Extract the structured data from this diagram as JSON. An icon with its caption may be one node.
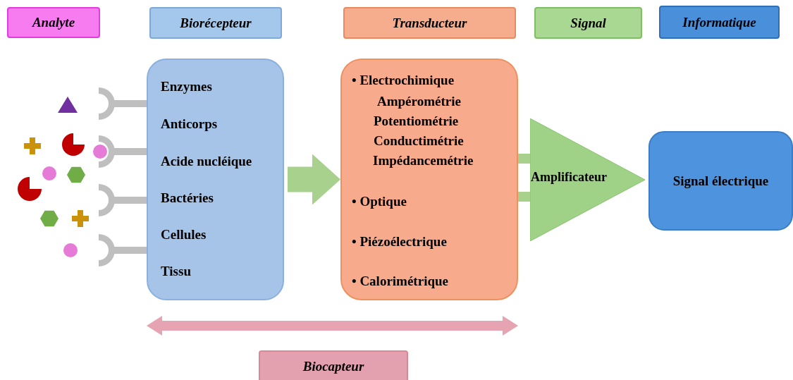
{
  "diagram": {
    "nodes": [
      {
        "text": [
          "Analyte"
        ]
      },
      {
        "text": [
          "Biorécepteur"
        ]
      },
      {
        "text": [
          "Transducteur"
        ]
      },
      {
        "text": [
          "Signal"
        ]
      },
      {
        "text": [
          "Informatique"
        ]
      },
      {
        "text": [
          "Enzymes",
          "Anticorps",
          "Acide nucléique",
          "Bactéries",
          "Cellules",
          "Tissu"
        ]
      },
      {
        "text": [
          "• Electrochimique",
          "Ampérométrie",
          "Potentiométrie",
          "Conductimétrie",
          "Impédancemétrie",
          "• Optique",
          "• Piézoélectrique",
          "• Calorimétrique"
        ]
      },
      {
        "text": [
          "Amplificateur"
        ]
      },
      {
        "text": [
          "Signal électrique"
        ]
      },
      {
        "text": [
          "Biocapteur"
        ]
      }
    ],
    "edges": [
      {
        "from": 5,
        "to": 6,
        "arrow": "to",
        "style": "thick",
        "color": "#a9d18e"
      },
      {
        "from": 6,
        "to": 7,
        "arrow": "none"
      },
      {
        "from": 6,
        "to": 7,
        "arrow": "none"
      },
      {
        "from": 5,
        "to": 6,
        "arrow": "both",
        "color": "#e6a3b1"
      }
    ]
  }
}
